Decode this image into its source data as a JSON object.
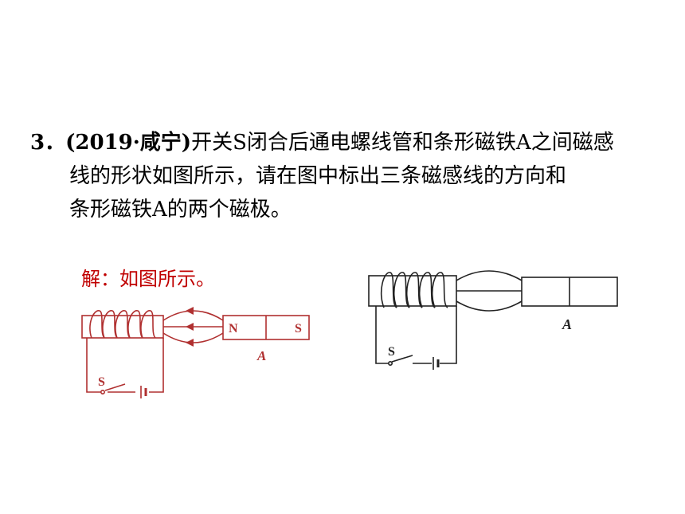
{
  "question": {
    "number": "3．",
    "citation": "(2019·咸宁)",
    "line1_rest": "开关S闭合后通电螺线管和条形磁铁A之间磁感",
    "line2": "线的形状如图所示，请在图中标出三条磁感线的方向和",
    "line3": "条形磁铁A的两个磁极。"
  },
  "answer": {
    "label": "解：如图所示。",
    "figure": {
      "magnet_left_pole": "N",
      "magnet_right_pole": "S",
      "magnet_label": "A",
      "switch_label": "S",
      "color": "#b03030"
    }
  },
  "question_figure": {
    "magnet_label": "A",
    "switch_label": "S",
    "color": "#222222"
  }
}
